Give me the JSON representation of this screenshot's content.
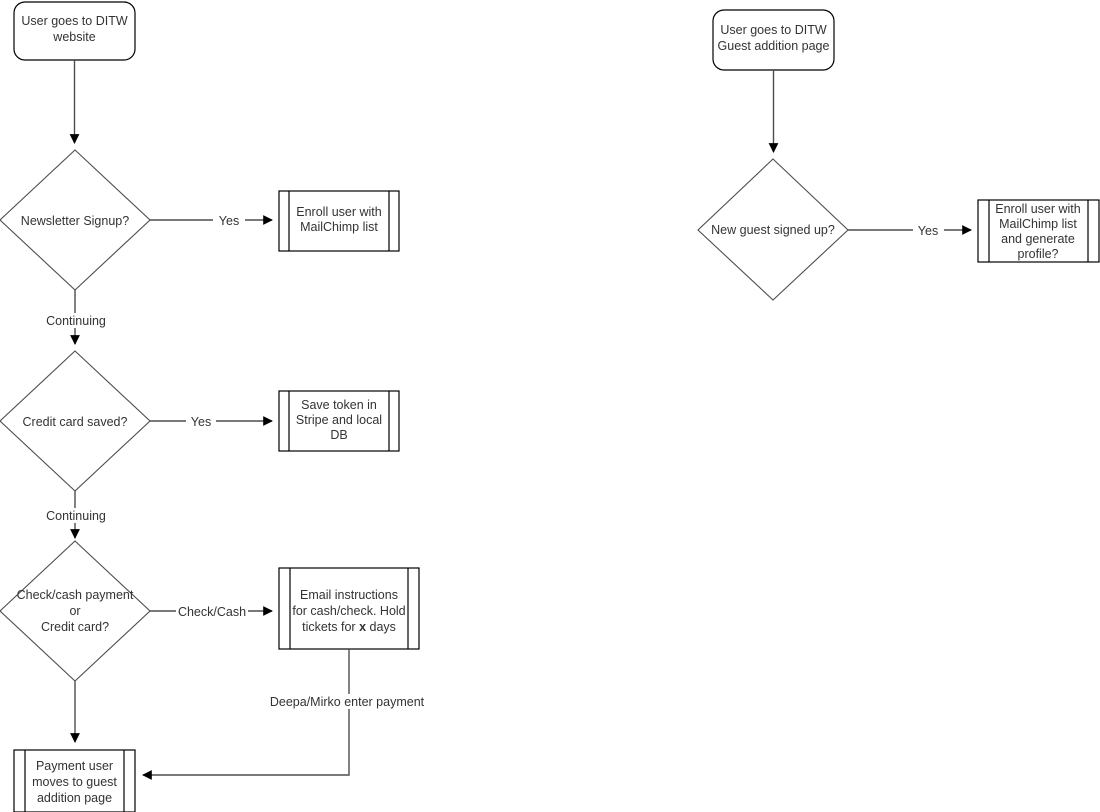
{
  "diagram": {
    "type": "flowchart",
    "title": "",
    "background_color": "#ffffff",
    "shape_stroke_color": "#000000",
    "diamond_stroke_color": "#4d4d4d",
    "edge_color": "#4d4d4d",
    "text_color": "#333333"
  },
  "nodes": {
    "start_website": {
      "shape": "rounded-rectangle",
      "lines": [
        "User goes to DITW",
        "website"
      ]
    },
    "newsletter_decision": {
      "shape": "diamond",
      "lines": [
        "Newsletter Signup?"
      ]
    },
    "enroll_mailchimp": {
      "shape": "predefined-process",
      "lines": [
        "Enroll user with",
        "MailChimp list"
      ]
    },
    "credit_card_decision": {
      "shape": "diamond",
      "lines": [
        "Credit card saved?"
      ]
    },
    "save_token": {
      "shape": "predefined-process",
      "lines": [
        "Save token in",
        "Stripe and local",
        "DB"
      ]
    },
    "payment_type_decision": {
      "shape": "diamond",
      "lines": [
        "Check/cash payment",
        "or",
        "Credit card?"
      ]
    },
    "email_instructions": {
      "shape": "predefined-process",
      "lines": [
        "Email instructions",
        "for cash/check. Hold",
        "tickets for x days"
      ],
      "bold_token": "x"
    },
    "payment_user_moves": {
      "shape": "predefined-process",
      "lines": [
        "Payment user",
        "moves to guest",
        "addition page"
      ]
    },
    "start_guest_page": {
      "shape": "rounded-rectangle",
      "lines": [
        "User goes to DITW",
        "Guest addition page"
      ]
    },
    "new_guest_decision": {
      "shape": "diamond",
      "lines": [
        "New guest signed up?"
      ]
    },
    "enroll_mailchimp_profile": {
      "shape": "predefined-process",
      "lines": [
        "Enroll user with",
        "MailChimp list",
        "and generate",
        "profile?"
      ]
    }
  },
  "edges": {
    "start_to_newsletter": {
      "label": ""
    },
    "newsletter_yes": {
      "label": "Yes"
    },
    "newsletter_continuing": {
      "label": "Continuing"
    },
    "creditcard_yes": {
      "label": "Yes"
    },
    "creditcard_continuing": {
      "label": "Continuing"
    },
    "payment_check_cash": {
      "label": "Check/Cash"
    },
    "payment_to_guest": {
      "label": ""
    },
    "email_to_payment_user": {
      "label": "Deepa/Mirko enter payment"
    },
    "guest_start_to_decision": {
      "label": ""
    },
    "newguest_yes": {
      "label": "Yes"
    }
  }
}
